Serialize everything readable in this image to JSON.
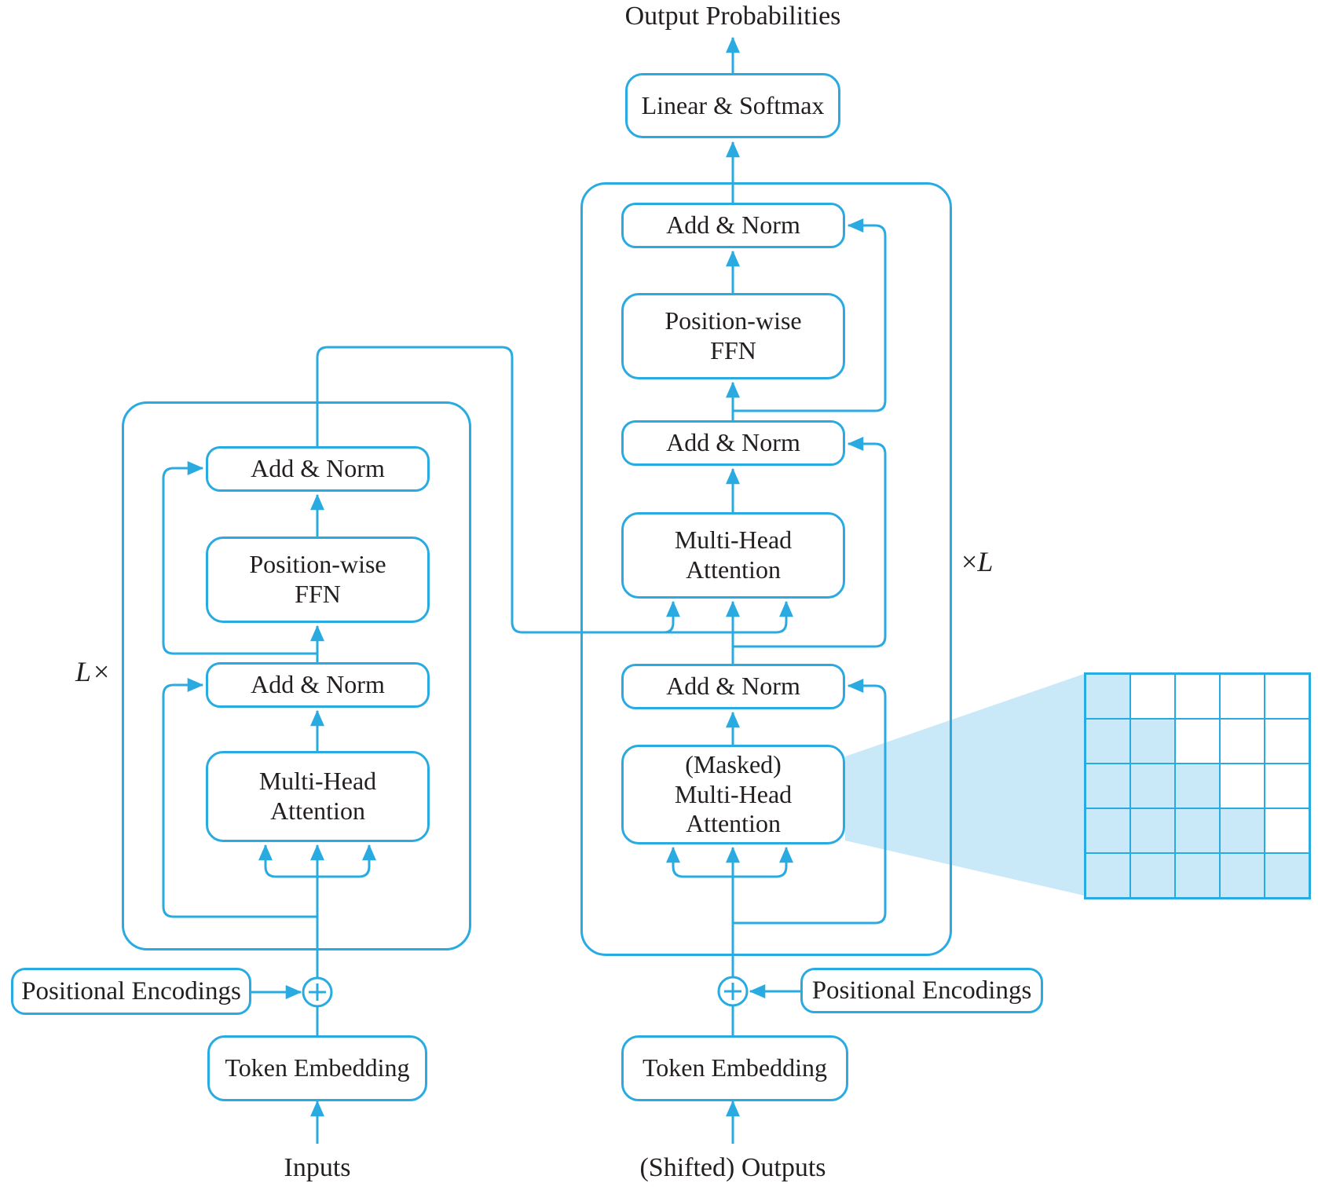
{
  "colors": {
    "wire": "#29ABE2",
    "light_fill": "#C9E8F8",
    "text": "#231F20",
    "background": "#FFFFFF"
  },
  "top": {
    "title": "Output Probabilities",
    "linear_softmax": "Linear & Softmax"
  },
  "encoder": {
    "loop_l": "L",
    "loop_times": "×",
    "add_norm_top": "Add & Norm",
    "ffn_lines": [
      "Position-wise",
      "FFN"
    ],
    "add_norm_bottom": "Add & Norm",
    "mha_lines": [
      "Multi-Head",
      "Attention"
    ],
    "positional_encodings": "Positional Encodings",
    "token_embedding": "Token Embedding",
    "bottom_label": "Inputs"
  },
  "decoder": {
    "loop_times": "×",
    "loop_l": "L",
    "add_norm_top": "Add & Norm",
    "ffn_lines": [
      "Position-wise",
      "FFN"
    ],
    "add_norm_mid": "Add & Norm",
    "mha_lines": [
      "Multi-Head",
      "Attention"
    ],
    "add_norm_bottom": "Add & Norm",
    "masked_mha_lines": [
      "(Masked)",
      "Multi-Head",
      "Attention"
    ],
    "positional_encodings": "Positional Encodings",
    "token_embedding": "Token Embedding",
    "bottom_label": "(Shifted) Outputs"
  },
  "mask_matrix": {
    "rows": 5,
    "cols": 5,
    "pattern": "lower-triangular-inclusive",
    "cells": [
      [
        1,
        0,
        0,
        0,
        0
      ],
      [
        1,
        1,
        0,
        0,
        0
      ],
      [
        1,
        1,
        1,
        0,
        0
      ],
      [
        1,
        1,
        1,
        1,
        0
      ],
      [
        1,
        1,
        1,
        1,
        1
      ]
    ]
  }
}
